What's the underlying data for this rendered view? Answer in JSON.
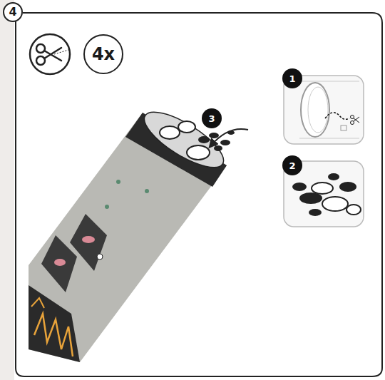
{
  "diagram": {
    "nodes": [
      {
        "text": [
          "4"
        ]
      },
      {
        "text": [
          "4x"
        ]
      }
    ],
    "labels": [
      "1",
      "2",
      "3"
    ]
  }
}
